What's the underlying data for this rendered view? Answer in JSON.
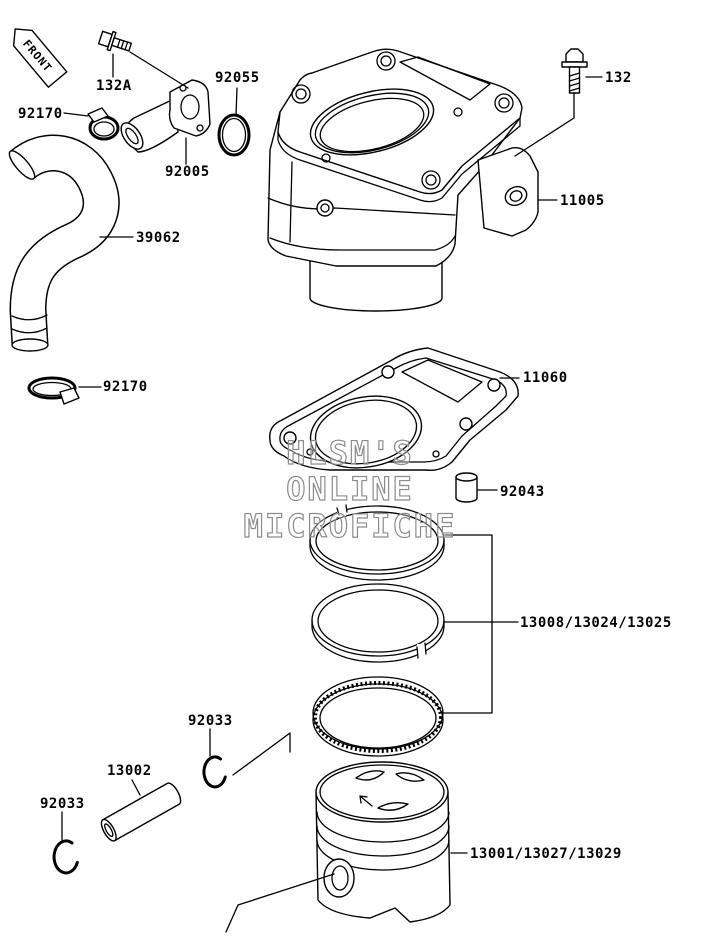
{
  "front_arrow": {
    "label": "FRONT"
  },
  "watermark": {
    "line1": "HLSM'S",
    "line2": "ONLINE",
    "line3": "MICROFICHE"
  },
  "callouts": {
    "bolt_132a": "132A",
    "o_ring": "92055",
    "clamp_upper": "92170",
    "water_fitting": "92005",
    "water_hose": "39062",
    "clamp_lower": "92170",
    "bolt_132": "132",
    "cylinder": "11005",
    "cylinder_gasket": "11060",
    "dowel_pin": "92043",
    "piston_rings": "13008/13024/13025",
    "circlip_upper": "92033",
    "piston_pin": "13002",
    "circlip_lower": "92033",
    "piston": "13001/13027/13029"
  },
  "colors": {
    "line": "#000000",
    "background": "#ffffff",
    "watermark": "#8c8c8c"
  }
}
